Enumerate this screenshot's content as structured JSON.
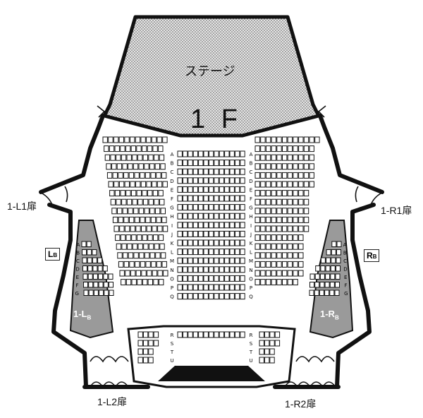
{
  "stage_label": "ステージ",
  "floor_label": "1 F",
  "doors": {
    "l1": "1-L1扉",
    "r1": "1-R1扉",
    "l2": "1-L2扉",
    "r2": "1-R2扉"
  },
  "boxes": {
    "left_tag": "L",
    "left_tag_sub": "B",
    "right_tag": "R",
    "right_tag_sub": "B",
    "left_block": "1-L",
    "left_block_sub": "B",
    "right_block": "1-R",
    "right_block_sub": "B"
  },
  "rows_main": [
    "A",
    "B",
    "C",
    "D",
    "E",
    "F",
    "G",
    "H",
    "I",
    "J",
    "K",
    "L",
    "M",
    "N",
    "O",
    "P",
    "Q"
  ],
  "rows_rear": [
    "R",
    "S",
    "T",
    "U"
  ],
  "rows_side": [
    "A",
    "B",
    "C",
    "D",
    "E",
    "F",
    "G"
  ],
  "colors": {
    "stage_fill": "#cfcfcf",
    "side_block_fill": "#9a9a9a",
    "outline": "#111111"
  }
}
